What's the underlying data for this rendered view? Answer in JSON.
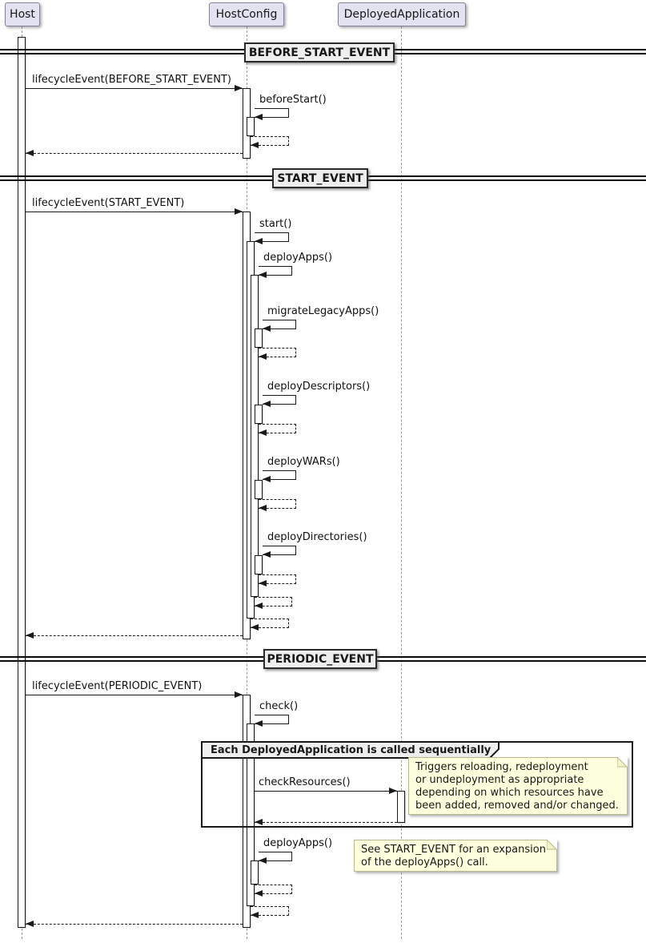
{
  "diagram_type": "uml-sequence-diagram",
  "participants": [
    {
      "name": "Host"
    },
    {
      "name": "HostConfig"
    },
    {
      "name": "DeployedApplication"
    }
  ],
  "dividers": [
    {
      "label": "BEFORE_START_EVENT"
    },
    {
      "label": "START_EVENT"
    },
    {
      "label": "PERIODIC_EVENT"
    }
  ],
  "messages": [
    {
      "label": "lifecycleEvent(BEFORE_START_EVENT)",
      "from": "Host",
      "to": "HostConfig",
      "type": "call"
    },
    {
      "label": "beforeStart()",
      "from": "HostConfig",
      "to": "HostConfig",
      "type": "self-call"
    },
    {
      "label": "lifecycleEvent(START_EVENT)",
      "from": "Host",
      "to": "HostConfig",
      "type": "call"
    },
    {
      "label": "start()",
      "from": "HostConfig",
      "to": "HostConfig",
      "type": "self-call"
    },
    {
      "label": "deployApps()",
      "from": "HostConfig",
      "to": "HostConfig",
      "type": "self-call"
    },
    {
      "label": "migrateLegacyApps()",
      "from": "HostConfig",
      "to": "HostConfig",
      "type": "self-call"
    },
    {
      "label": "deployDescriptors()",
      "from": "HostConfig",
      "to": "HostConfig",
      "type": "self-call"
    },
    {
      "label": "deployWARs()",
      "from": "HostConfig",
      "to": "HostConfig",
      "type": "self-call"
    },
    {
      "label": "deployDirectories()",
      "from": "HostConfig",
      "to": "HostConfig",
      "type": "self-call"
    },
    {
      "label": "lifecycleEvent(PERIODIC_EVENT)",
      "from": "Host",
      "to": "HostConfig",
      "type": "call"
    },
    {
      "label": "check()",
      "from": "HostConfig",
      "to": "HostConfig",
      "type": "self-call"
    },
    {
      "label": "checkResources()",
      "from": "HostConfig",
      "to": "DeployedApplication",
      "type": "call"
    },
    {
      "label": "deployApps()",
      "from": "HostConfig",
      "to": "HostConfig",
      "type": "self-call"
    }
  ],
  "group": {
    "label": "Each DeployedApplication is called sequentially"
  },
  "notes": [
    {
      "lines": [
        "Triggers reloading, redeployment",
        "or undeployment as appropriate",
        "depending on which resources have",
        "been added, removed and/or changed."
      ]
    },
    {
      "lines": [
        "See START_EVENT for an expansion",
        "of the deployApps() call."
      ]
    }
  ],
  "colors": {
    "participant_fill": "#E2E2F0",
    "participant_border": "#82829B",
    "divider_fill": "#EEEEEE",
    "frame_header_fill": "#EEEEEE",
    "note_fill": "#FEFFDD",
    "note_border": "#B8B88A",
    "line_color": "#181818",
    "lifeline_color": "#9A9A9A",
    "background": "#FFFFFF"
  }
}
